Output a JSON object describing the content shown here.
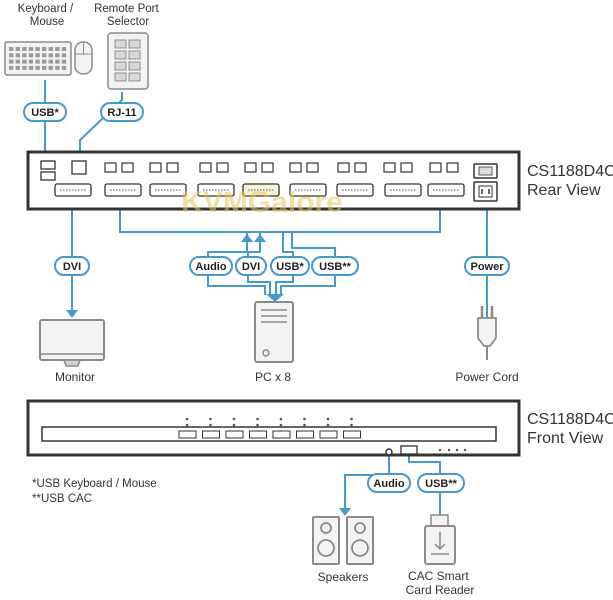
{
  "rear": {
    "model": "CS1188D4C",
    "view": "Rear View"
  },
  "front": {
    "model": "CS1188D4C",
    "view": "Front View"
  },
  "devices": {
    "keyboard_mouse": "Keyboard /\nMouse",
    "remote_port_selector": "Remote Port\nSelector",
    "monitor": "Monitor",
    "pc": "PC x 8",
    "power_cord": "Power Cord",
    "speakers": "Speakers",
    "cac_reader": "CAC Smart\nCard Reader"
  },
  "connectors": {
    "usb_kb": "USB*",
    "rj11": "RJ-11",
    "dvi_monitor": "DVI",
    "audio_pc": "Audio",
    "dvi_pc": "DVI",
    "usb_pc": "USB*",
    "usb_cac_pc": "USB**",
    "power": "Power",
    "audio_front": "Audio",
    "usb_cac_front": "USB**"
  },
  "notes": {
    "line1": "*USB Keyboard / Mouse",
    "line2": "**USB CAC"
  },
  "watermark": "KVMGalore",
  "colors": {
    "cable": "#3f9bd1",
    "pill_border": "#3f9bd1",
    "device_gray": "#8a8a8a",
    "chassis": "#333333",
    "accent": "#e8c55a"
  }
}
